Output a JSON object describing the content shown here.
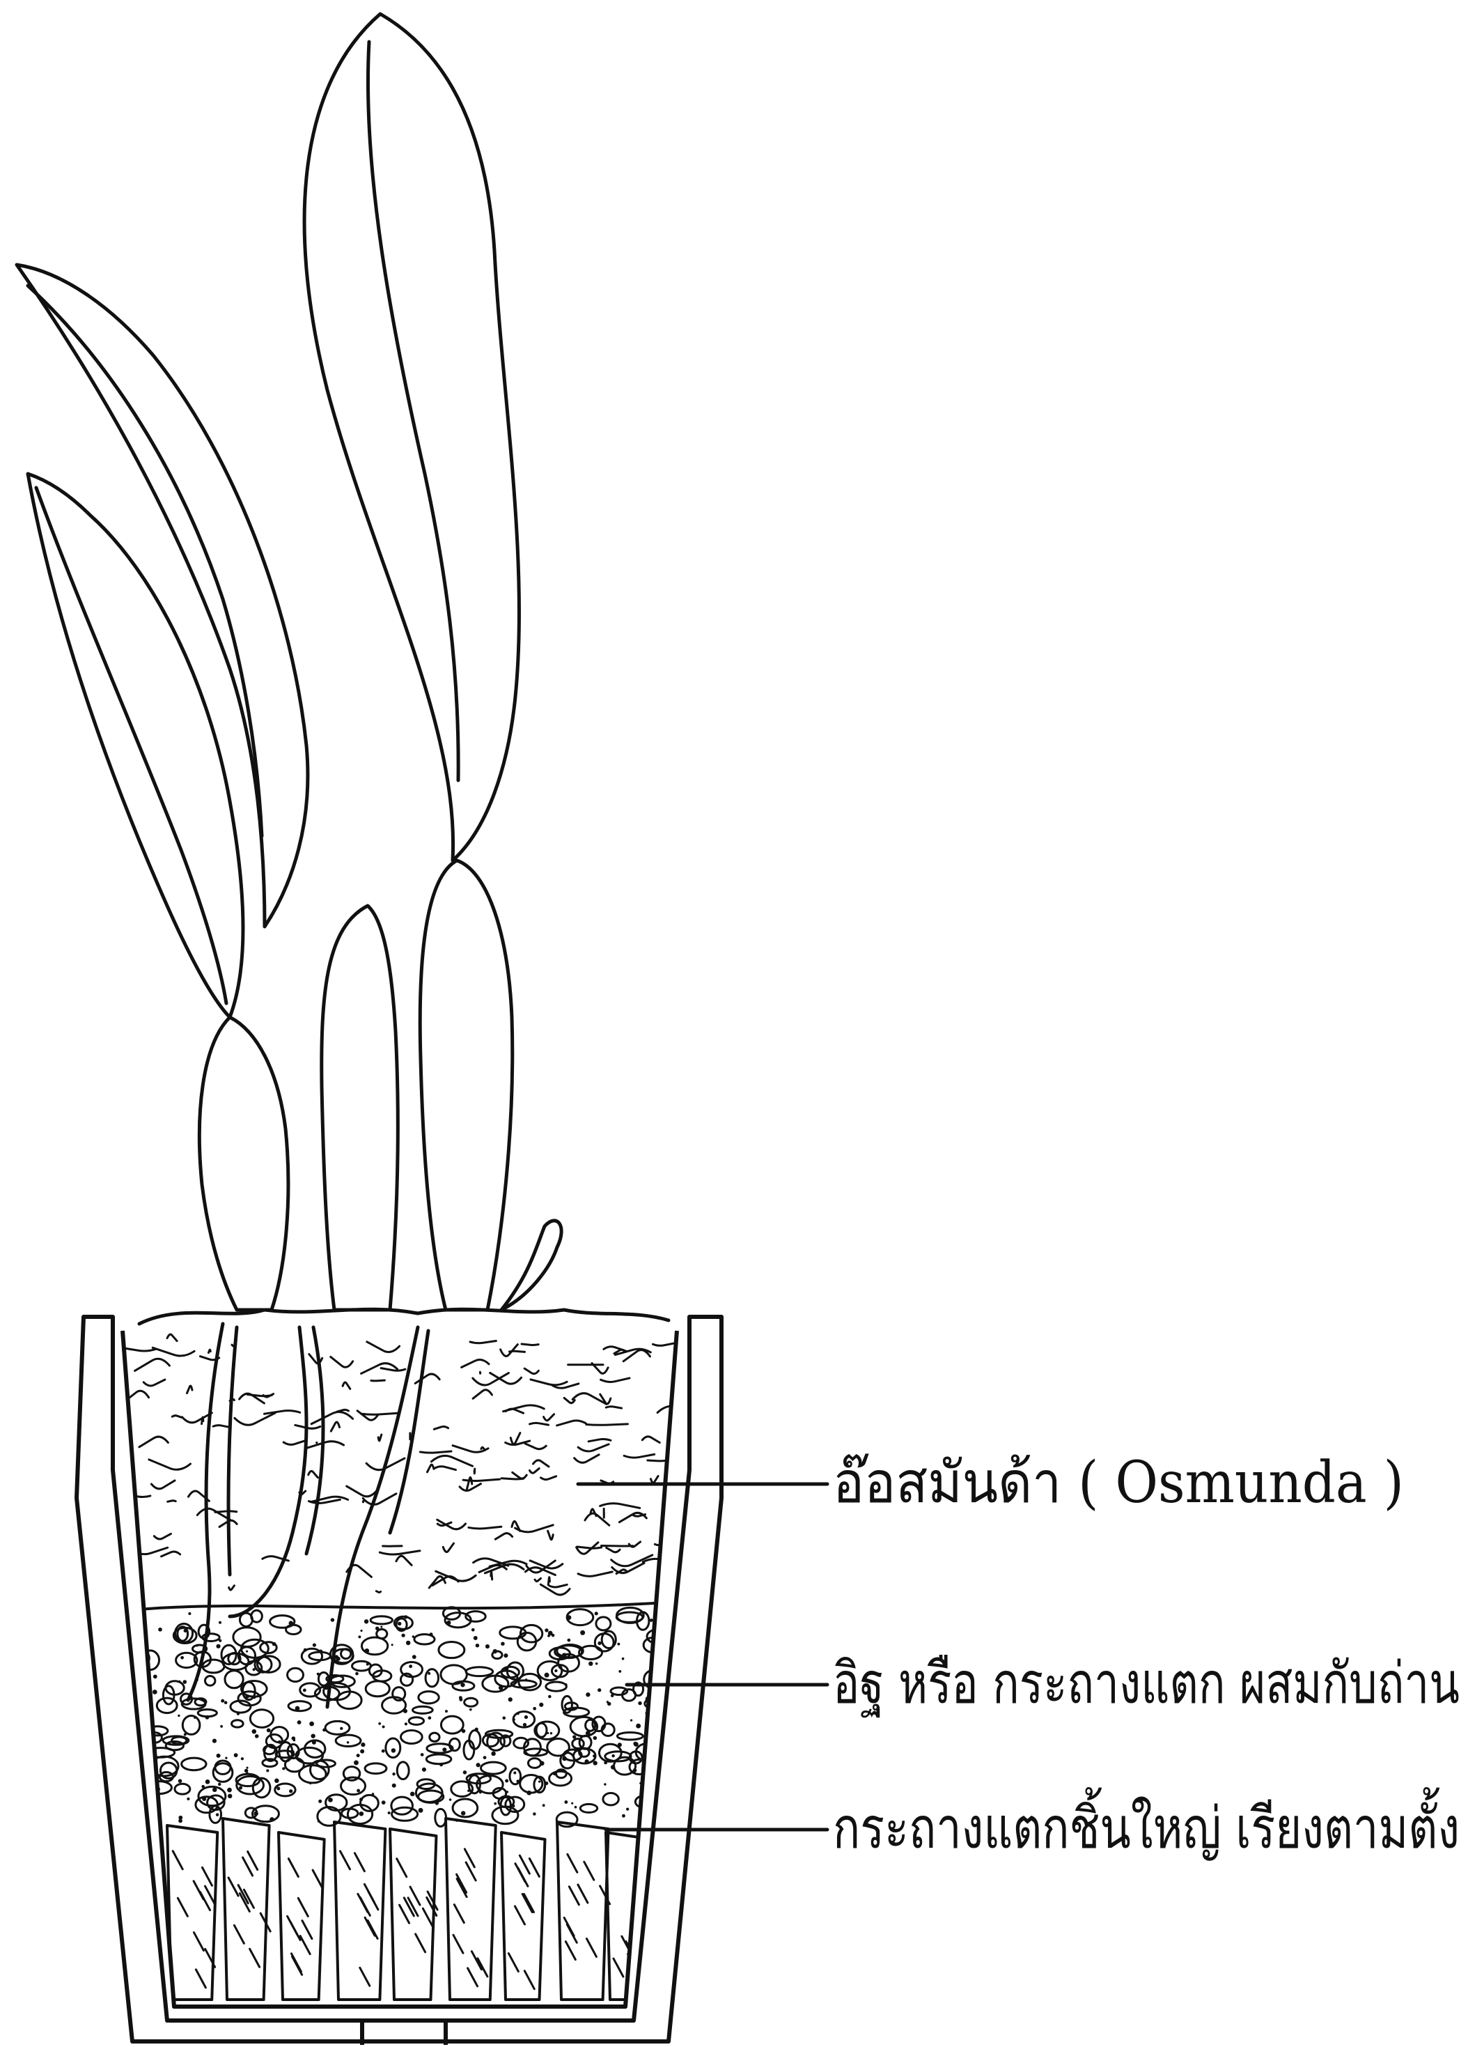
{
  "colors": {
    "ink": "#111111",
    "paper": "#ffffff"
  },
  "labels": [
    {
      "id": "osmunda",
      "text": "อ๊อสมันด้า ( Osmunda )"
    },
    {
      "id": "middle",
      "text": "อิฐ หรือ กระถางแตก ผสมกับถ่าน"
    },
    {
      "id": "bottom",
      "text": "กระถางแตกชิ้นใหญ่ เรียงตามตั้ง"
    }
  ]
}
